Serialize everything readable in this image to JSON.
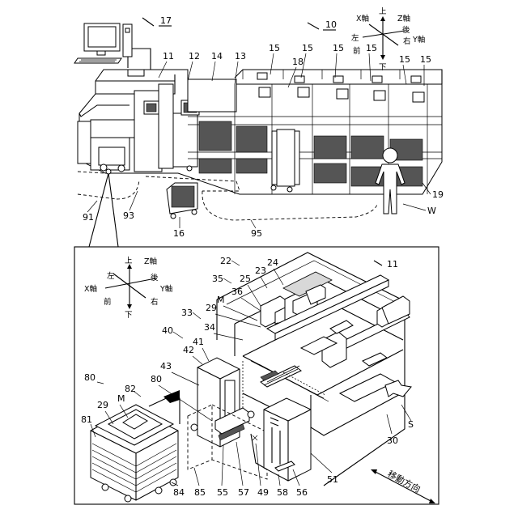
{
  "figure": {
    "top": {
      "system_ref": "10",
      "host_ref": "17",
      "refs": [
        "11",
        "12",
        "13",
        "14",
        "15",
        "15",
        "15",
        "15",
        "15",
        "15",
        "18",
        "19",
        "91",
        "93",
        "16",
        "95",
        "W"
      ],
      "axes": {
        "up": "上",
        "down": "下",
        "front": "前",
        "back": "後",
        "left": "左",
        "right": "右",
        "x": "X軸",
        "y": "Y軸",
        "z": "Z軸"
      }
    },
    "detail": {
      "machine_ref": "11",
      "refs": {
        "r22": "22",
        "r23": "23",
        "r24": "24",
        "r25": "25",
        "r35": "35",
        "r36": "36",
        "rM1": "M",
        "r29a": "29",
        "r33": "33",
        "r34": "34",
        "r40": "40",
        "r41": "41",
        "r42": "42",
        "r43": "43",
        "r80a": "80",
        "r80b": "80",
        "r82": "82",
        "r29b": "29",
        "rM2": "M",
        "r81": "81",
        "r84": "84",
        "r85": "85",
        "r55": "55",
        "r57": "57",
        "r49": "49",
        "r58": "58",
        "r56": "56",
        "r51": "51",
        "r30": "30",
        "rS": "S"
      },
      "axes": {
        "up": "上",
        "down": "下",
        "front": "前",
        "back": "後",
        "left": "左",
        "right": "右",
        "x": "X軸",
        "y": "Y軸",
        "z": "Z軸"
      },
      "direction_label": "移動方向"
    }
  }
}
